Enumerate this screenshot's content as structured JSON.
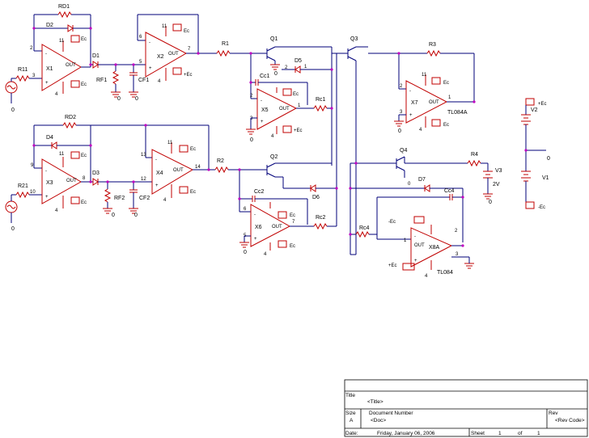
{
  "opamps": [
    {
      "ref": "X1",
      "out": "OUT",
      "minus": "-",
      "plus": "+",
      "pin_in": "2",
      "pin_in2": "3"
    },
    {
      "ref": "X2",
      "out": "OUT",
      "minus": "-",
      "plus": "+",
      "pin_a": "6",
      "pin_b": "5",
      "pin_o": "7"
    },
    {
      "ref": "X3",
      "out": "OUT",
      "minus": "-",
      "plus": "+",
      "pin_a": "9",
      "pin_b": "10",
      "pin_o": "8"
    },
    {
      "ref": "X4",
      "out": "OUT",
      "minus": "-",
      "plus": "+",
      "pin_a": "13",
      "pin_b": "12",
      "pin_o": "14"
    },
    {
      "ref": "X5",
      "out": "OUT",
      "minus": "-",
      "plus": "+",
      "pin_a": "2",
      "pin_b": "3",
      "pin_o": "1"
    },
    {
      "ref": "X6",
      "out": "OUT",
      "minus": "-",
      "plus": "+",
      "pin_a": "6",
      "pin_b": "5",
      "pin_o": "7"
    },
    {
      "ref": "X7",
      "out": "OUT",
      "minus": "-",
      "plus": "+",
      "pin_a": "2",
      "pin_b": "3",
      "pin_o": "1",
      "part": "TL084A"
    },
    {
      "ref": "X8A",
      "out": "OUT",
      "minus": "-",
      "plus": "+",
      "pin_a": "1",
      "pin_b": "3",
      "pin_o": "2",
      "part": "TL084"
    }
  ],
  "resistors": [
    "RD1",
    "RD2",
    "R11",
    "R21",
    "R1",
    "R2",
    "R3",
    "R4",
    "Rc1",
    "Rc2",
    "Rc4",
    "RF1",
    "RF2"
  ],
  "capacitors": [
    "CF1",
    "CF2",
    "Cc1",
    "Cc2",
    "Cc4"
  ],
  "diodes": [
    "D1",
    "D2",
    "D3",
    "D4",
    "D5",
    "D6",
    "D7"
  ],
  "transistors": [
    "Q1",
    "Q2",
    "Q3",
    "Q4"
  ],
  "sources": [
    "V1",
    "V2",
    "V3"
  ],
  "labels": {
    "ec": "Ec",
    "plus_ec": "+Ec",
    "minus_ec": "-Ec",
    "pin11": "11",
    "pin4": "4",
    "zero": "0",
    "two_v": "2V",
    "pin1": "1",
    "pin2": "2",
    "pin3": "3"
  },
  "title_block": {
    "title_label": "Title",
    "title_value": "<Title>",
    "size_label": "Size",
    "size_value": "A",
    "docnum_label": "Document Number",
    "docnum_value": "<Doc>",
    "rev_label": "Rev",
    "rev_value": "<Rev Code>",
    "date_label": "Date:",
    "date_value": "Friday, January 06, 2006",
    "sheet_label": "Sheet",
    "sheet_num": "1",
    "of_label": "of",
    "sheet_total": "1"
  }
}
